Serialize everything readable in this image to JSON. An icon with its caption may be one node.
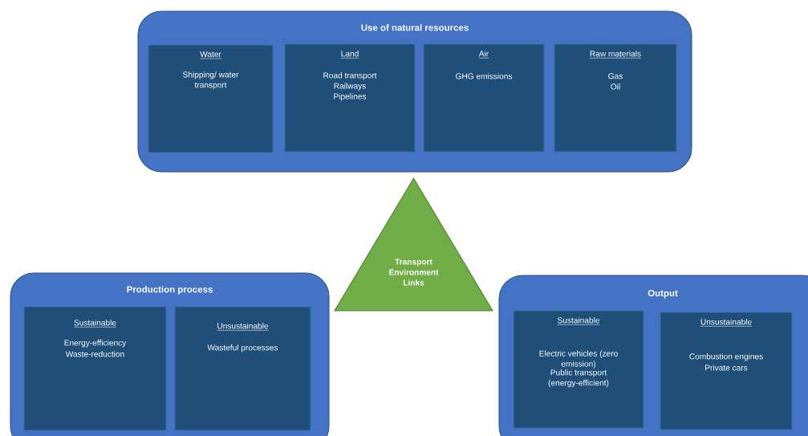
{
  "diagram": {
    "nodes": [
      {
        "text": [
          "Use of natural resources"
        ]
      },
      {
        "text": [
          "Water",
          "Shipping/ water transport"
        ],
        "in": 0
      },
      {
        "text": [
          "Land",
          "Road transport",
          "Railways",
          "Pipelines"
        ],
        "in": 0
      },
      {
        "text": [
          "Air",
          "GHG emissions"
        ],
        "in": 0
      },
      {
        "text": [
          "Raw materials",
          "Gas",
          "Oil"
        ],
        "in": 0
      },
      {
        "text": [
          "Transport Environment Links"
        ]
      },
      {
        "text": [
          "Production process"
        ]
      },
      {
        "text": [
          "Sustainable",
          "Energy-efficiency",
          "Waste-reduction"
        ],
        "in": 6
      },
      {
        "text": [
          "Unsustainable",
          "Wasteful processes"
        ],
        "in": 6
      },
      {
        "text": [
          "Output"
        ]
      },
      {
        "text": [
          "Sustainable",
          "Electric vehicles (zero emission)",
          "Public transport (energy-efficient)"
        ],
        "in": 9
      },
      {
        "text": [
          "Unsustainable",
          "Combustion engines",
          "Private cars"
        ],
        "in": 9
      }
    ]
  }
}
